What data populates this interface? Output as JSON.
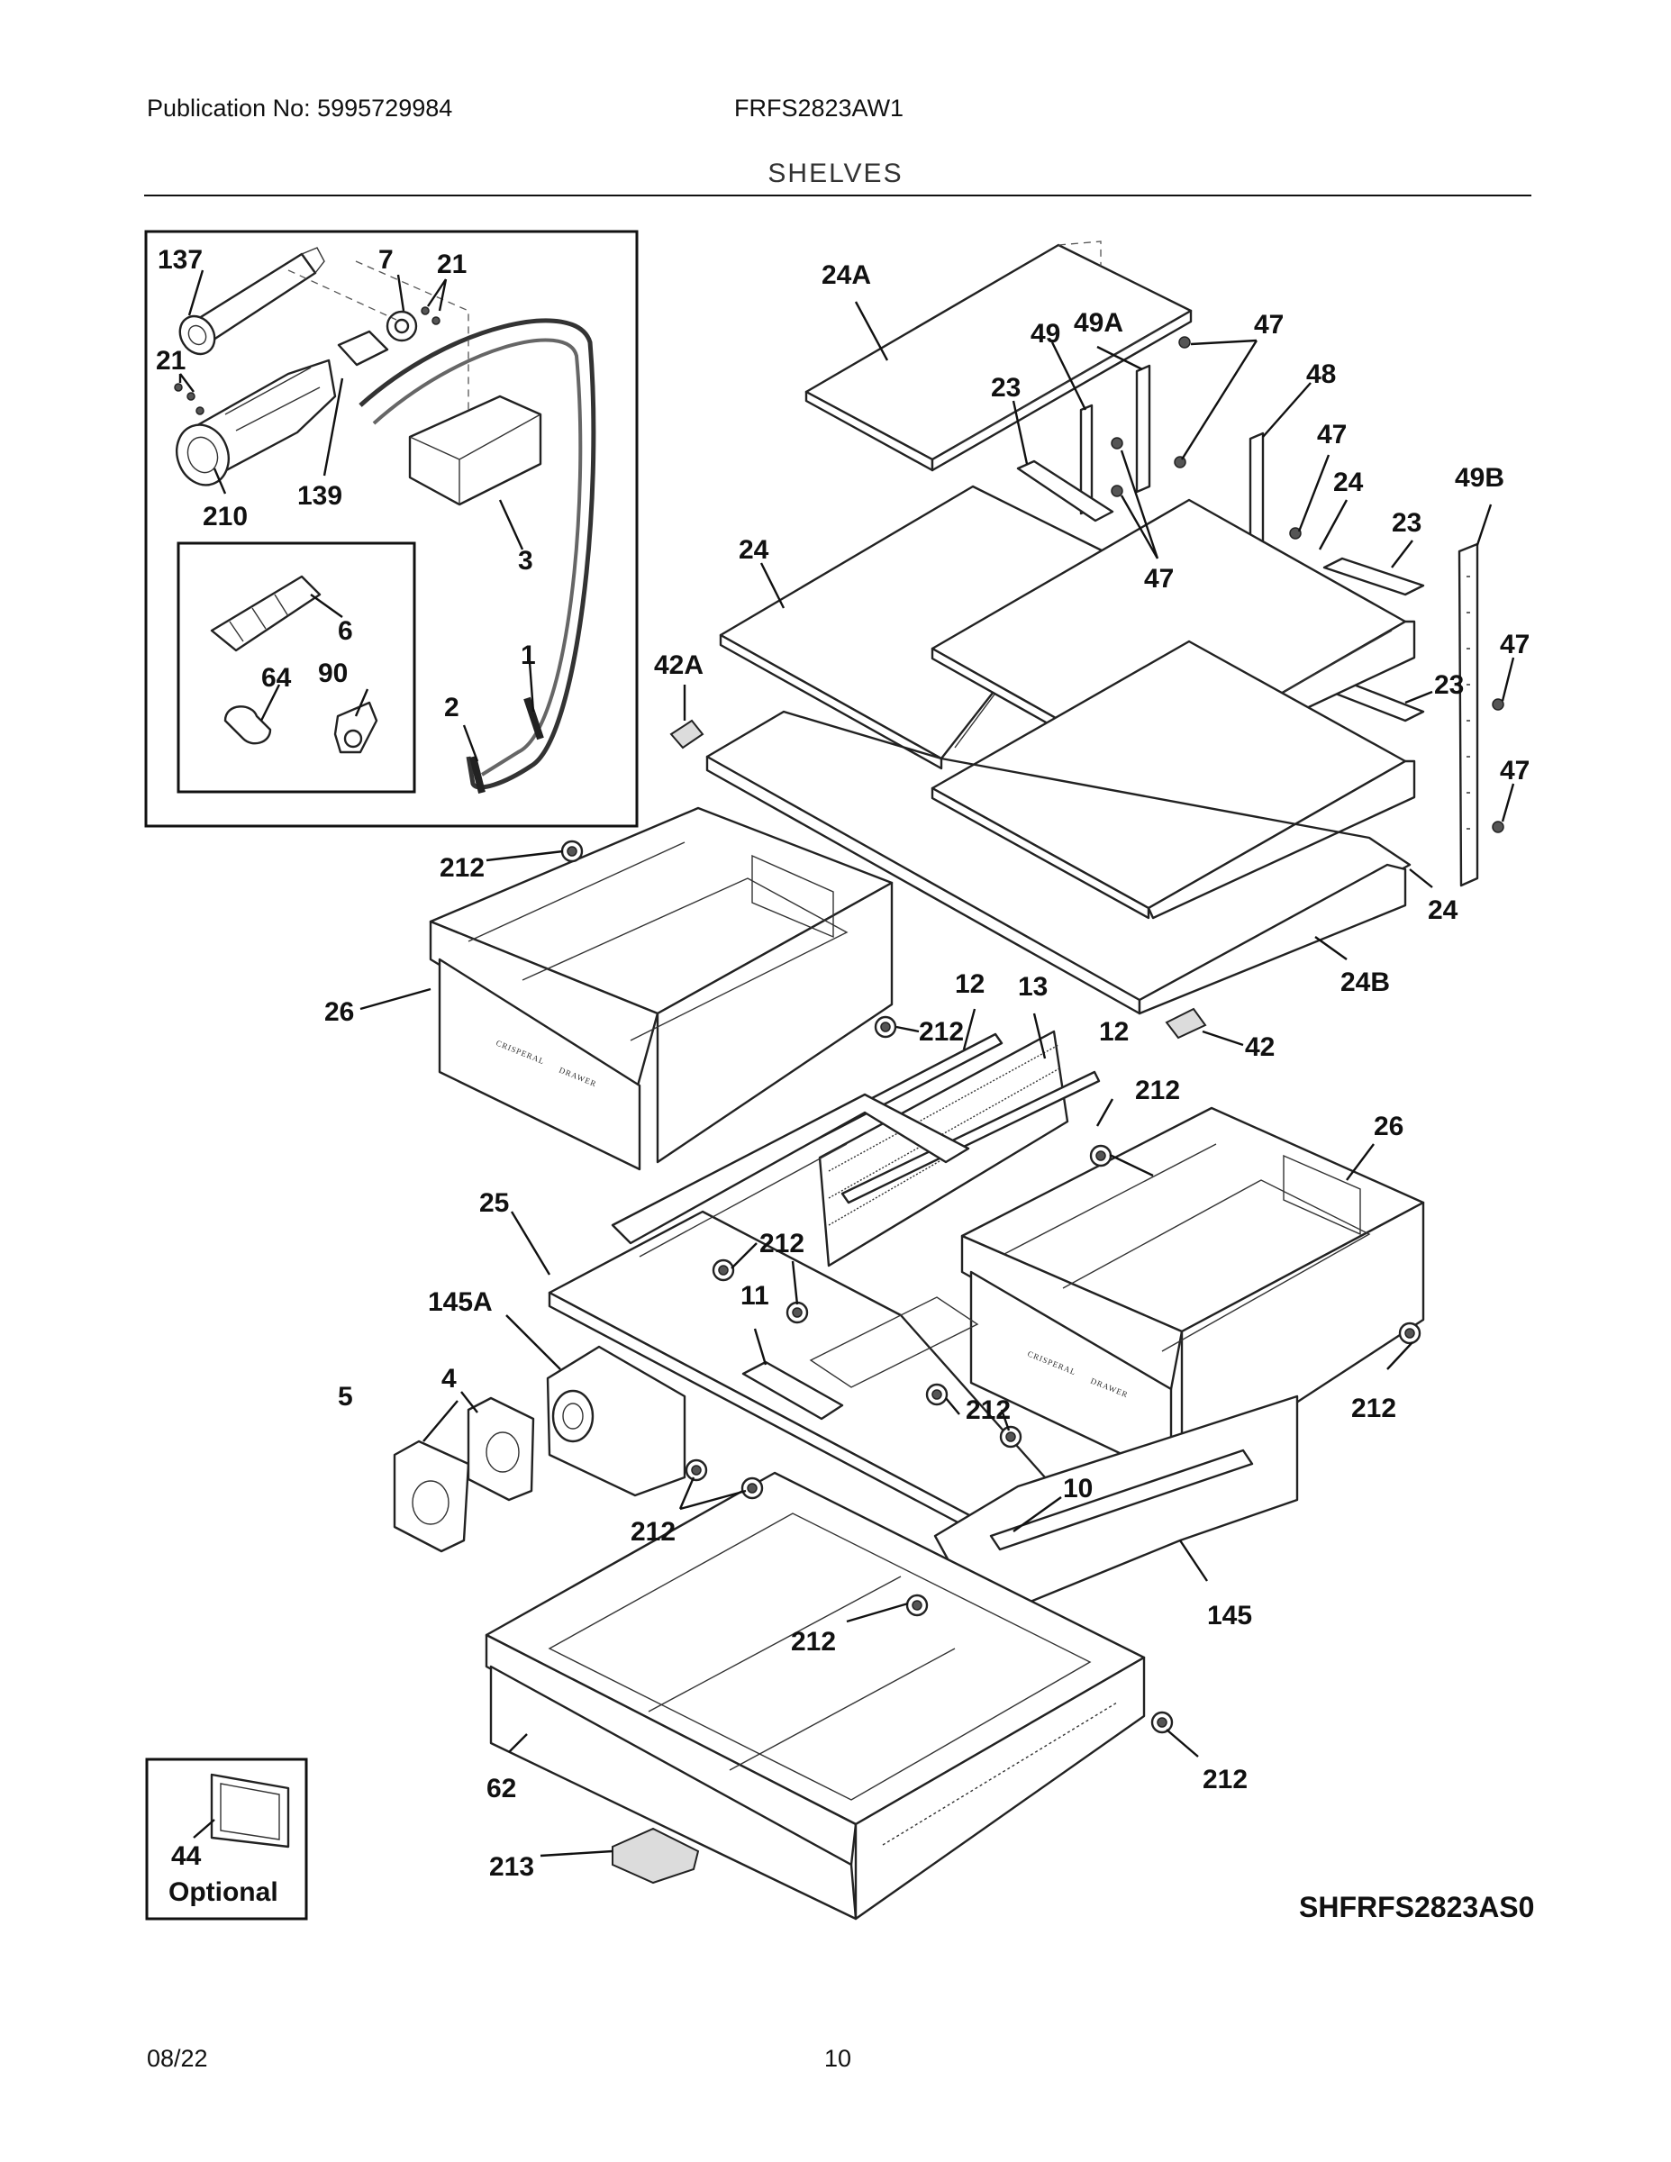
{
  "header": {
    "publication": "Publication No: 5995729984",
    "model": "FRFS2823AW1",
    "section": "SHELVES"
  },
  "footer": {
    "date": "08/22",
    "page": "10"
  },
  "diagram": {
    "code": "SHFRFS2823AS0",
    "brand_text": "CRISPERAL",
    "brand_sub": "DRAWER",
    "optional_label": "Optional",
    "callouts": {
      "c137": "137",
      "c7": "7",
      "c21a": "21",
      "c21b": "21",
      "c210": "210",
      "c139": "139",
      "c3": "3",
      "c6": "6",
      "c64": "64",
      "c90": "90",
      "c2": "2",
      "c1": "1",
      "c24A": "24A",
      "c49": "49",
      "c49A": "49A",
      "c47a": "47",
      "c48": "48",
      "c23a": "23",
      "c47b": "47",
      "c24a": "24",
      "c47c": "47",
      "c24b": "24",
      "c23b": "23",
      "c49B": "49B",
      "c47d": "47",
      "c23c": "23",
      "c42A": "42A",
      "c47e": "47",
      "c24c": "24",
      "c24B": "24B",
      "c212a": "212",
      "c26a": "26",
      "c212b": "212",
      "c12a": "12",
      "c13": "13",
      "c12b": "12",
      "c42": "42",
      "c212c": "212",
      "c26b": "26",
      "c25": "25",
      "c212d": "212",
      "c145A": "145A",
      "c11": "11",
      "c5": "5",
      "c4": "4",
      "c212e": "212",
      "c212f": "212",
      "c10": "10",
      "c212g": "212",
      "c145": "145",
      "c212h": "212",
      "c212i": "212",
      "c62": "62",
      "c44": "44",
      "c213": "213"
    }
  }
}
